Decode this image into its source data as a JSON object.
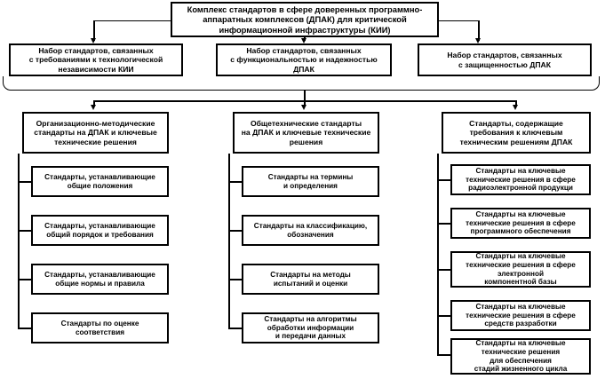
{
  "diagram": {
    "title_root": "Комплекс стандартов в сфере доверенных программно-аппаратных комплексов (ДПАК) для критической информационной инфраструктуры (КИИ)",
    "tier2": [
      "Набор стандартов, связанных\nс требованиями к технологической\nнезависимости КИИ",
      "Набор стандартов, связанных\nс функциональностью и надежностью\nДПАК",
      "Набор стандартов, связанных\nс защищенностью ДПАК"
    ],
    "columns": [
      {
        "header": "Организационно-методические\nстандарты на ДПАК и ключевые\nтехнические решения",
        "items": [
          "Стандарты, устанавливающие\nобщие положения",
          "Стандарты, устанавливающие\nобщий порядок и требования",
          "Стандарты, устанавливающие\nобщие нормы и правила",
          "Стандарты по оценке\nсоответствия"
        ]
      },
      {
        "header": "Общетехнические стандарты\nна ДПАК и ключевые технические\nрешения",
        "items": [
          "Стандарты на термины\nи определения",
          "Стандарты на классификацию,\nобозначения",
          "Стандарты на методы\nиспытаний и оценки",
          "Стандарты на алгоритмы\nобработки информации\nи передачи данных"
        ]
      },
      {
        "header": "Стандарты, содержащие\nтребования к ключевым\nтехническим решениям ДПАК",
        "items": [
          "Стандарты на ключевые\nтехнические решения в сфере\nрадиоэлектронной продукци",
          "Стандарты на ключевые\nтехнические решения в сфере\nпрограммного обеспечения",
          "Стандарты на ключевые\nтехнические решения в сфере\nэлектронной\nкомпонентной базы",
          "Стандарты на ключевые\nтехнические решения в сфере\nсредств разработки",
          "Стандарты на ключевые\nтехнические решения\nдля обеспечения\nстадий жизненного цикла"
        ]
      }
    ],
    "colors": {
      "line": "#000000",
      "box_fill": "#ffffff",
      "text": "#000000",
      "background": "#ffffff"
    }
  }
}
